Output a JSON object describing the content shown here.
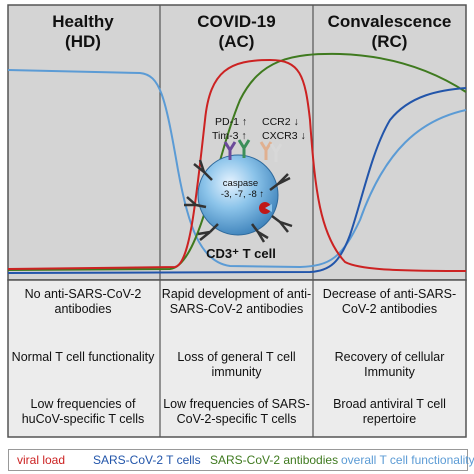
{
  "phases": [
    {
      "title": "Healthy",
      "abbr": "(HD)",
      "points": [
        "No anti-SARS-CoV-2 antibodies",
        "Normal T cell functionality",
        "Low frequencies of huCoV-specific T cells"
      ]
    },
    {
      "title": "COVID-19",
      "abbr": "(AC)",
      "points": [
        "Rapid development of anti-SARS-CoV-2 antibodies",
        "Loss of general T cell immunity",
        "Low frequencies of SARS-CoV-2-specific T cells"
      ]
    },
    {
      "title": "Convalescence",
      "abbr": "(RC)",
      "points": [
        "Decrease of anti-SARS-CoV-2 antibodies",
        "Recovery of cellular Immunity",
        "Broad antiviral T cell repertoire"
      ]
    }
  ],
  "cell": {
    "label": "CD3⁺ T cell",
    "marker_pd1": "PD-1 ↑",
    "marker_tim3": "Tim-3 ↑",
    "marker_ccr2": "CCR2 ↓",
    "marker_cxcr3": "CXCR3 ↓",
    "caspase_line1": "caspase",
    "caspase_line2": "-3, -7, -8 ↑"
  },
  "legend": [
    {
      "label": "viral load",
      "color": "#cc2222"
    },
    {
      "label": "SARS-CoV-2 T cells",
      "color": "#2255aa"
    },
    {
      "label": "SARS-CoV-2 antibodies",
      "color": "#3f7a1f"
    },
    {
      "label": "overall T cell functionality",
      "color": "#5b9bd5"
    }
  ],
  "colors": {
    "panel_bg": "#d4d4d4",
    "text_bg": "#ececec",
    "border": "#555555"
  }
}
